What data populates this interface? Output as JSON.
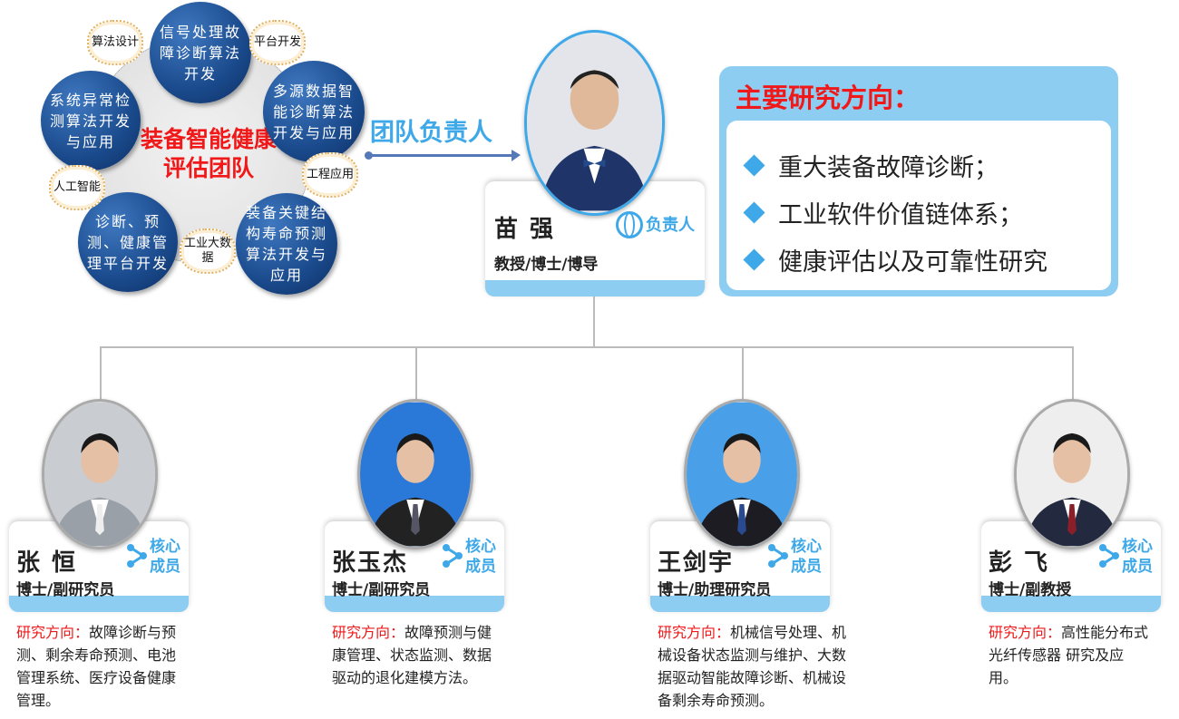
{
  "cluster": {
    "center_title": "装备智能健康评估团队",
    "bubbles": [
      "信号处理故障诊断算法开发",
      "多源数据智能诊断算法开发与应用",
      "装备关键结构寿命预测算法开发与应用",
      "诊断、预测、健康管理平台开发",
      "系统异常检测算法开发与应用"
    ],
    "clouds": [
      "算法设计",
      "平台开发",
      "工程应用",
      "工业大数据",
      "人工智能"
    ]
  },
  "lead_label": "团队负责人",
  "lead": {
    "name": "苗 强",
    "title": "教授/博士/博导",
    "badge": "负责人"
  },
  "research_box": {
    "title": "主要研究方向：",
    "items": [
      "重大装备故障诊断；",
      "工业软件价值链体系；",
      "健康评估以及可靠性研究"
    ]
  },
  "members": [
    {
      "name": "张 恒",
      "title": "博士/副研究员",
      "badge_line1": "核心",
      "badge_line2": "成员",
      "research_label": "研究方向：",
      "research": "故障诊断与预测、剩余寿命预测、电池管理系统、医疗设备健康管理。"
    },
    {
      "name": "张玉杰",
      "title": "博士/副研究员",
      "badge_line1": "核心",
      "badge_line2": "成员",
      "research_label": "研究方向：",
      "research": "故障预测与健康管理、状态监测、数据驱动的退化建模方法。"
    },
    {
      "name": "王剑宇",
      "title": "博士/助理研究员",
      "badge_line1": "核心",
      "badge_line2": "成员",
      "research_label": "研究方向：",
      "research": "机械信号处理、机械设备状态监测与维护、大数据驱动智能故障诊断、机械设备剩余寿命预测。"
    },
    {
      "name": "彭 飞",
      "title": "博士/副教授",
      "badge_line1": "核心",
      "badge_line2": "成员",
      "research_label": "研究方向：",
      "research": "高性能分布式光纤传感器 研究及应用。"
    }
  ],
  "colors": {
    "accent": "#3ea8e8",
    "red": "#f01818",
    "strip": "#8ecdf2",
    "bubble": "#1a4a8c"
  }
}
